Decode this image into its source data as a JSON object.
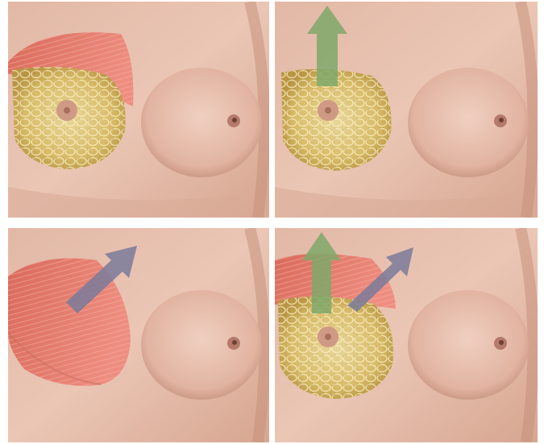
{
  "figure": {
    "panels": [
      {
        "id": "top-left",
        "overlays": [
          "pectoral-muscle",
          "breast-gland"
        ],
        "arrows": []
      },
      {
        "id": "top-right",
        "overlays": [
          "breast-gland"
        ],
        "arrows": [
          "vertical"
        ]
      },
      {
        "id": "bottom-left",
        "overlays": [
          "pectoral-muscle-full"
        ],
        "arrows": [
          "diagonal"
        ]
      },
      {
        "id": "bottom-right",
        "overlays": [
          "pectoral-muscle",
          "breast-gland"
        ],
        "arrows": [
          "vertical",
          "diagonal"
        ]
      }
    ],
    "colors": {
      "skin": "#e7c0ae",
      "skin_shadow": "#c99783",
      "muscle": "#e57c6e",
      "gland": "#d8bf72",
      "arrow_vertical": "#7fa86a",
      "arrow_diagonal": "#7a7a9a"
    }
  }
}
